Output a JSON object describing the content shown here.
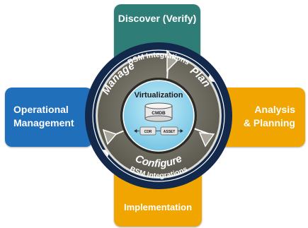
{
  "top_card": {
    "label": "Discover (Verify)"
  },
  "left_card": {
    "line1": "Operational",
    "line2": "Management"
  },
  "right_card": {
    "line1": "Analysis",
    "line2": "& Planning"
  },
  "bottom_card": {
    "label": "Implementation"
  },
  "outer_ring": {
    "top_label": "BSM Integrations",
    "bottom_label": "BSM Integrations"
  },
  "cycle": {
    "manage": "Manage",
    "plan": "Plan",
    "configure": "Configure"
  },
  "center": {
    "title": "Virtualization",
    "database": "CMDB",
    "box_left": "CDR",
    "box_right": "ASSET"
  },
  "colors": {
    "teal": "#2e7d76",
    "blue": "#1f6fba",
    "orange": "#f0a500",
    "navy_ring": "#13294b",
    "cycle_gray": "#6d6b60",
    "center_blue": "#8dd0ea"
  }
}
